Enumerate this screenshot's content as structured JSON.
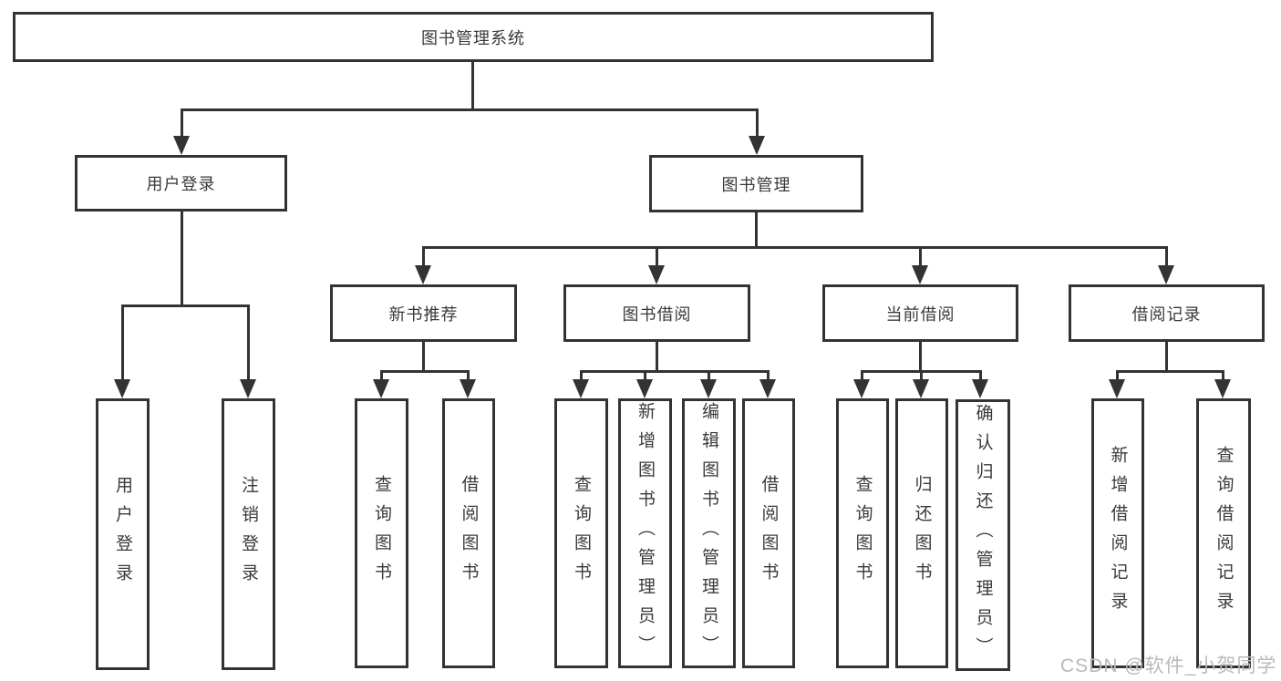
{
  "diagram": {
    "root": {
      "label": "图书管理系统"
    },
    "level1": [
      {
        "label": "用户登录"
      },
      {
        "label": "图书管理"
      }
    ],
    "level2": [
      {
        "label": "新书推荐"
      },
      {
        "label": "图书借阅"
      },
      {
        "label": "当前借阅"
      },
      {
        "label": "借阅记录"
      }
    ],
    "leaves": [
      {
        "label": "用户登录"
      },
      {
        "label": "注销登录"
      },
      {
        "label": "查询图书"
      },
      {
        "label": "借阅图书"
      },
      {
        "label": "查询图书"
      },
      {
        "label": "新增图书（管理员）"
      },
      {
        "label": "编辑图书（管理员）"
      },
      {
        "label": "借阅图书"
      },
      {
        "label": "查询图书"
      },
      {
        "label": "归还图书"
      },
      {
        "label": "确认归还（管理员）"
      },
      {
        "label": "新增借阅记录"
      },
      {
        "label": "查询借阅记录"
      }
    ],
    "colors": {
      "line": "#333333",
      "text": "#3a3a3a",
      "watermark": "#b9b9b9",
      "background": "#ffffff"
    }
  },
  "watermark": {
    "text": "CSDN @软件_小贺同学"
  }
}
